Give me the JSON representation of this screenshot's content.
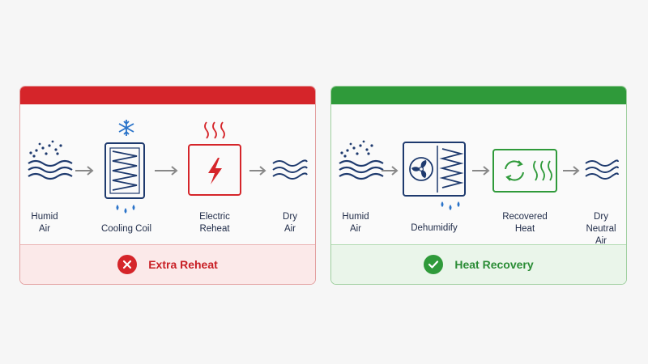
{
  "left_panel": {
    "steps": [
      {
        "label": "Humid\nAir",
        "icon": "humid-air-icon"
      },
      {
        "label": "Cooling Coil",
        "icon": "cooling-coil-icon"
      },
      {
        "label": "Electric\nReheat",
        "icon": "electric-reheat-icon"
      },
      {
        "label": "Dry\nAir",
        "icon": "dry-air-icon"
      }
    ],
    "footer_text": "Extra Reheat",
    "status_icon": "x-circle-icon",
    "accent_color": "#d5252a"
  },
  "right_panel": {
    "steps": [
      {
        "label": "Humid\nAir",
        "icon": "humid-air-icon"
      },
      {
        "label": "Dehumidify",
        "icon": "dehumidifier-icon"
      },
      {
        "label": "Recovered\nHeat",
        "icon": "heat-recovery-icon"
      },
      {
        "label": "Dry\nNeutral Air",
        "icon": "dry-air-icon"
      }
    ],
    "footer_text": "Heat Recovery",
    "status_icon": "check-circle-icon",
    "accent_color": "#2f9a3a"
  },
  "colors": {
    "navy": "#1e3a6e",
    "droplet_blue": "#2a73c9",
    "arrow_gray": "#888888"
  }
}
